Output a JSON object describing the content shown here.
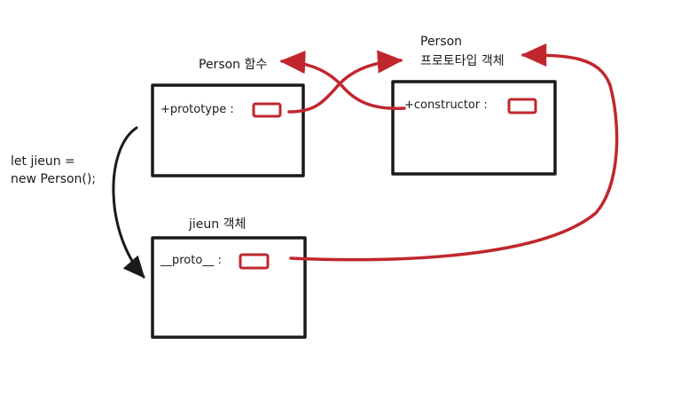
{
  "labels": {
    "person_function": "Person 함수",
    "person_prototype_line1": "Person",
    "person_prototype_line2": "프로토타입 객체",
    "jieun_object": "jieun 객체",
    "code_line1": "let jieun =",
    "code_line2": "new Person();"
  },
  "fields": {
    "prototype": "+prototype :",
    "constructor": "+constructor :",
    "proto": "__proto__ :"
  },
  "colors": {
    "accent": "#c0272d",
    "ink": "#1a1a1a"
  }
}
